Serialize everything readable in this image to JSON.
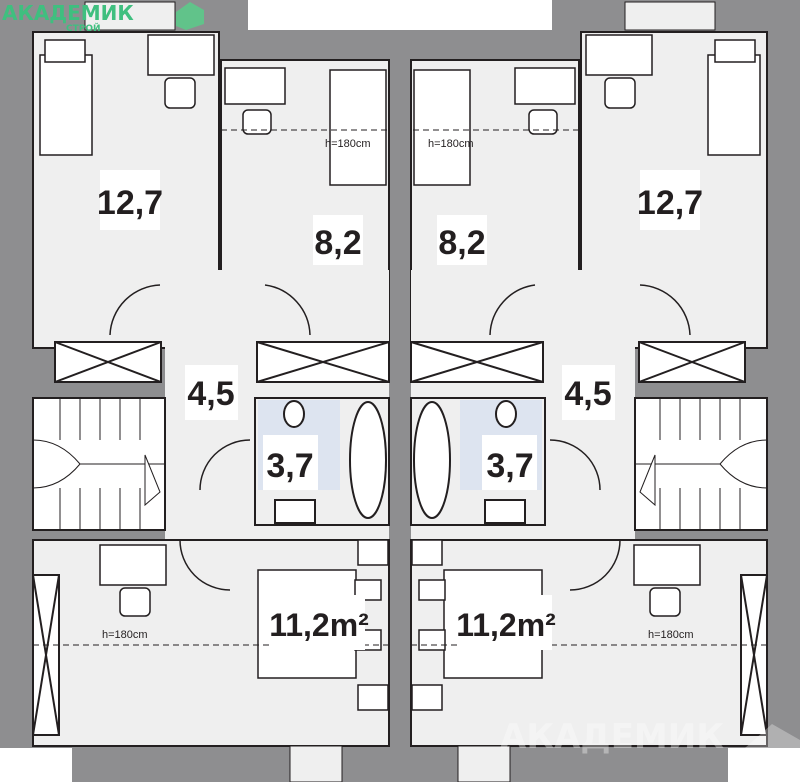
{
  "logo": {
    "brand": "АКАДЕМИК",
    "sub": "СТРОЙ"
  },
  "watermark": "АКАДЕМИК",
  "rooms": {
    "left_bedroom_big": "12,7",
    "left_bedroom_small": "8,2",
    "left_hall": "4,5",
    "left_bath": "3,7",
    "left_bedroom_bottom": "11,2m²",
    "right_bedroom_big": "12,7",
    "right_bedroom_small": "8,2",
    "right_hall": "4,5",
    "right_bath": "3,7",
    "right_bedroom_bottom": "11,2m²"
  },
  "heights": {
    "left_top": "h=180cm",
    "right_top": "h=180cm",
    "left_bottom": "h=180cm",
    "right_bottom": "h=180cm"
  },
  "colors": {
    "wall": "#8e8e90",
    "floor": "#efefef",
    "bath": "#dde4f0",
    "logo_green": "#3fbf7f"
  }
}
